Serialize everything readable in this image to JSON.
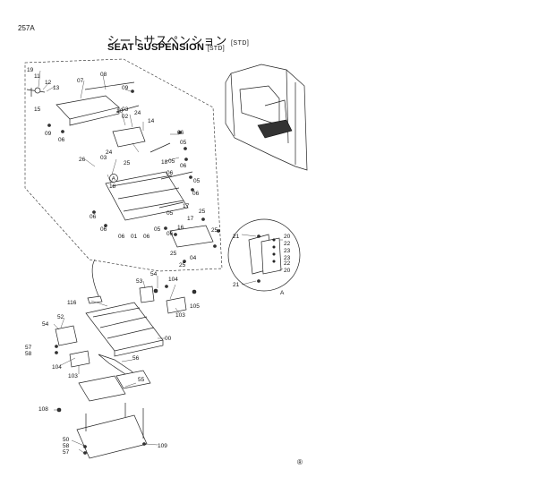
{
  "header": {
    "page_number": "257A",
    "title_jp": "シートサスペンション",
    "title_jp_tag": "[STD]",
    "title_en": "SEAT SUSPENSION",
    "title_en_tag": "[STD]"
  },
  "detail_marker": "A",
  "footer_mark": "®",
  "part_labels": [
    {
      "id": "l19",
      "text": "19"
    },
    {
      "id": "l11",
      "text": "11"
    },
    {
      "id": "l12",
      "text": "12"
    },
    {
      "id": "l13",
      "text": "13"
    },
    {
      "id": "l07",
      "text": "07"
    },
    {
      "id": "l08",
      "text": "08"
    },
    {
      "id": "l09",
      "text": "09"
    },
    {
      "id": "l10",
      "text": "10"
    },
    {
      "id": "l15",
      "text": "15"
    },
    {
      "id": "l09b",
      "text": "09"
    },
    {
      "id": "l06",
      "text": "06"
    },
    {
      "id": "l03",
      "text": "03"
    },
    {
      "id": "l02",
      "text": "02"
    },
    {
      "id": "l24",
      "text": "24"
    },
    {
      "id": "l14",
      "text": "14"
    },
    {
      "id": "l06b",
      "text": "06"
    },
    {
      "id": "l05",
      "text": "05"
    },
    {
      "id": "l06c",
      "text": "06"
    },
    {
      "id": "l24b",
      "text": "24"
    },
    {
      "id": "l25",
      "text": "25"
    },
    {
      "id": "l26",
      "text": "26"
    },
    {
      "id": "l03b",
      "text": "03"
    },
    {
      "id": "l18",
      "text": "18"
    },
    {
      "id": "l05b",
      "text": "05"
    },
    {
      "id": "l06d",
      "text": "06"
    },
    {
      "id": "l18b",
      "text": "18"
    },
    {
      "id": "l06e",
      "text": "06"
    },
    {
      "id": "l01",
      "text": "01"
    },
    {
      "id": "l17",
      "text": "17"
    },
    {
      "id": "l17b",
      "text": "17"
    },
    {
      "id": "l05c",
      "text": "05"
    },
    {
      "id": "l06f",
      "text": "06"
    },
    {
      "id": "l06g",
      "text": "06"
    },
    {
      "id": "l06h",
      "text": "06"
    },
    {
      "id": "l25b",
      "text": "25"
    },
    {
      "id": "l16",
      "text": "16"
    },
    {
      "id": "l05d",
      "text": "05"
    },
    {
      "id": "l06i",
      "text": "06"
    },
    {
      "id": "l25c",
      "text": "25"
    },
    {
      "id": "l25d",
      "text": "25"
    },
    {
      "id": "l04",
      "text": "04"
    },
    {
      "id": "l25e",
      "text": "25"
    },
    {
      "id": "l05e",
      "text": "05"
    },
    {
      "id": "l06j",
      "text": "06"
    },
    {
      "id": "l21",
      "text": "21"
    },
    {
      "id": "l20",
      "text": "20"
    },
    {
      "id": "l22",
      "text": "22"
    },
    {
      "id": "l23",
      "text": "23"
    },
    {
      "id": "l23b",
      "text": "23"
    },
    {
      "id": "l22b",
      "text": "22"
    },
    {
      "id": "l20b",
      "text": "20"
    },
    {
      "id": "l21b",
      "text": "21"
    },
    {
      "id": "l54",
      "text": "54"
    },
    {
      "id": "l53",
      "text": "53"
    },
    {
      "id": "l104",
      "text": "104"
    },
    {
      "id": "l116",
      "text": "116"
    },
    {
      "id": "l105",
      "text": "105"
    },
    {
      "id": "l103",
      "text": "103"
    },
    {
      "id": "l54b",
      "text": "54"
    },
    {
      "id": "l52",
      "text": "52"
    },
    {
      "id": "l00",
      "text": "00"
    },
    {
      "id": "l57",
      "text": "57"
    },
    {
      "id": "l58",
      "text": "58"
    },
    {
      "id": "l104b",
      "text": "104"
    },
    {
      "id": "l103b",
      "text": "103"
    },
    {
      "id": "l56",
      "text": "56"
    },
    {
      "id": "l55",
      "text": "55"
    },
    {
      "id": "l108",
      "text": "108"
    },
    {
      "id": "l50",
      "text": "50"
    },
    {
      "id": "l58b",
      "text": "58"
    },
    {
      "id": "l57b",
      "text": "57"
    },
    {
      "id": "l109",
      "text": "109"
    }
  ]
}
